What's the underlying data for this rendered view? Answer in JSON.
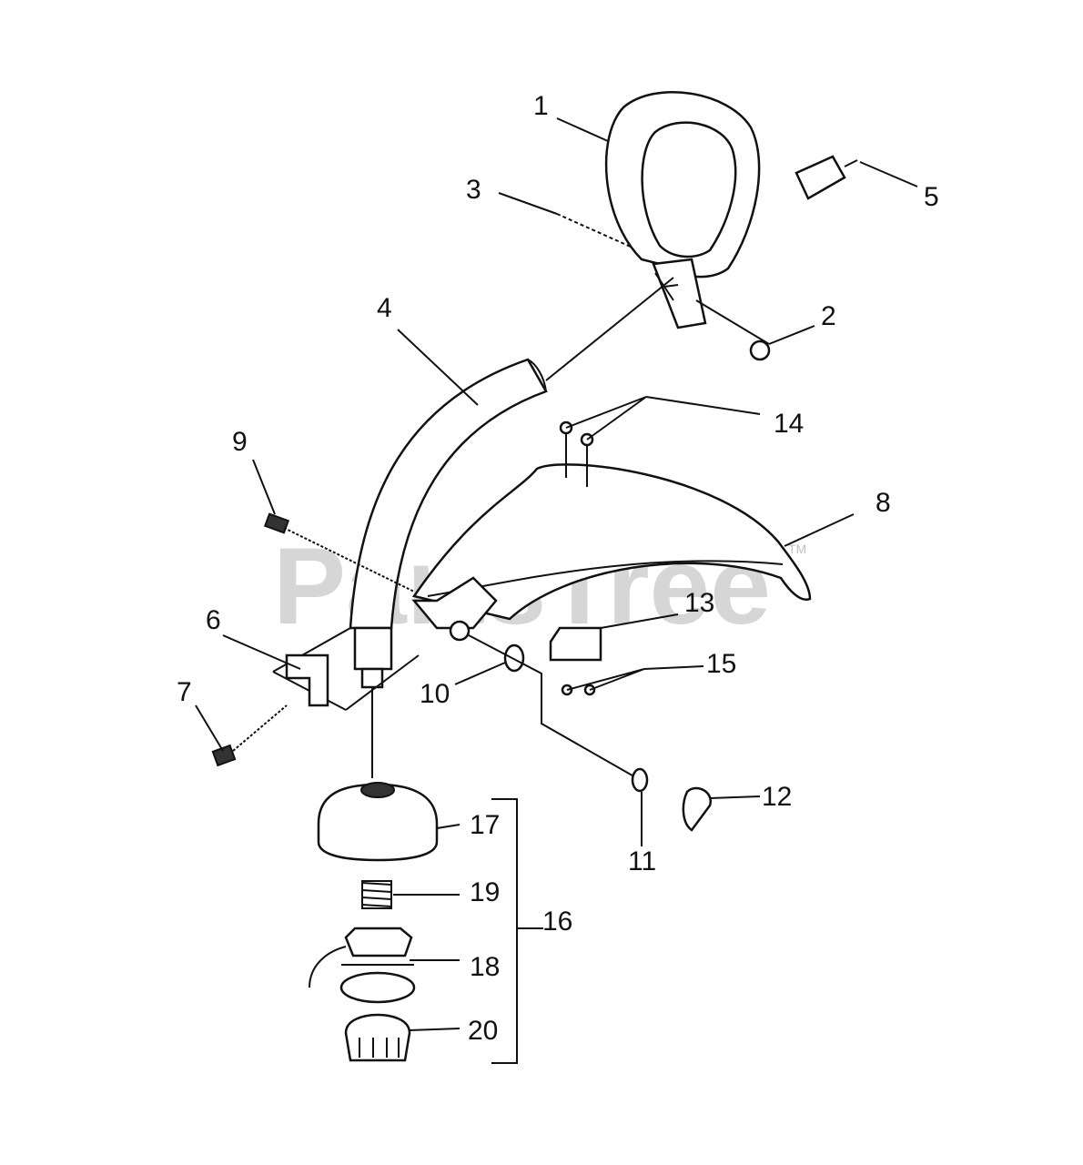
{
  "watermark": {
    "text": "PartsTree",
    "trademark": "TM"
  },
  "callouts": [
    "1",
    "2",
    "3",
    "4",
    "5",
    "6",
    "7",
    "8",
    "9",
    "10",
    "11",
    "12",
    "13",
    "14",
    "15",
    "16",
    "17",
    "18",
    "19",
    "20"
  ],
  "colors": {
    "ink": "#111111",
    "watermark": "#cfcfcf",
    "background": "#ffffff"
  }
}
